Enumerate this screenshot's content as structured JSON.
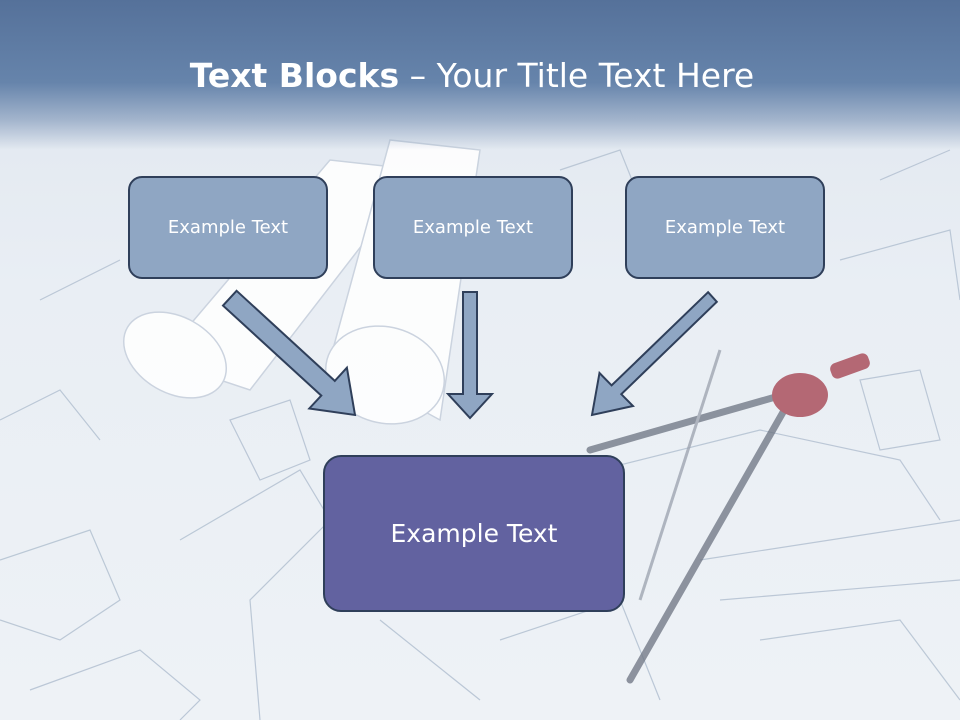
{
  "slide": {
    "title_bold": "Text Blocks",
    "title_dash": " – ",
    "title_rest": "Your Title Text Here",
    "top_boxes": [
      "Example Text",
      "Example Text",
      "Example Text"
    ],
    "bottom_box": "Example Text"
  },
  "colors": {
    "header": "#6684ab",
    "box_fill": "#8fa6c3",
    "box_border": "#2f3f5a",
    "main_box_fill": "#6262a0",
    "arrow_fill": "#8fa6c3"
  }
}
